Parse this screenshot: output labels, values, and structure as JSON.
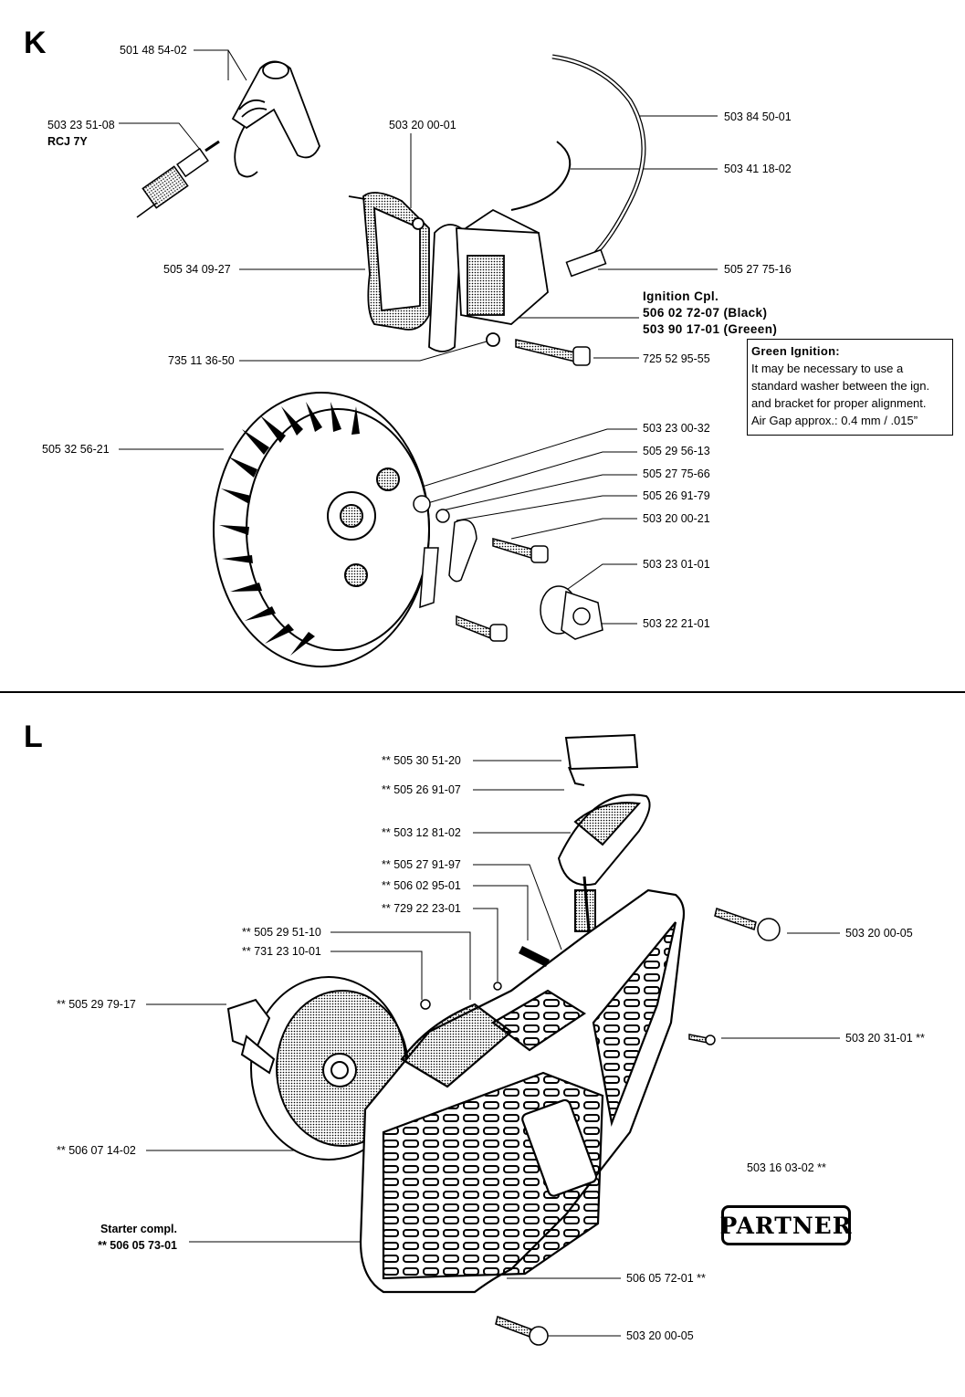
{
  "sections": {
    "k": {
      "letter": "K",
      "parts": {
        "p1": "501 48 54-02",
        "p2": "503 23 51-08",
        "p2b": "RCJ 7Y",
        "p3": "503 20 00-01",
        "p4": "503 84 50-01",
        "p5": "503 41 18-02",
        "p6": "505 34 09-27",
        "p7": "505 27 75-16",
        "p8": "735 11 36-50",
        "p9": "725 52 95-55",
        "p10": "505 32 56-21",
        "p11": "503 23 00-32",
        "p12": "505 29 56-13",
        "p13": "505 27 75-66",
        "p14": "505 26 91-79",
        "p15": "503 20 00-21",
        "p16": "503 23 01-01",
        "p17": "503 22 21-01"
      },
      "ignition": {
        "line1": "Ignition Cpl.",
        "line2": "506 02 72-07 (Black)",
        "line3": "503 90 17-01 (Greeen)"
      },
      "note": {
        "title": "Green Ignition:",
        "line1": "It may be necessary to use a",
        "line2": "standard washer between the ign.",
        "line3": "and bracket for proper alignment.",
        "line4": "Air Gap approx.: 0.4 mm / .015”"
      }
    },
    "l": {
      "letter": "L",
      "parts": {
        "q1": "** 505 30 51-20",
        "q2": "** 505 26 91-07",
        "q3": "** 503 12 81-02",
        "q4": "** 505 27 91-97",
        "q5": "** 506 02 95-01",
        "q6": "** 729 22 23-01",
        "q7": "** 505 29 51-10",
        "q8": "** 731 23 10-01",
        "q9": "** 505 29 79-17",
        "q10": "** 506 07 14-02",
        "q11": "503 20 00-05",
        "q12": "503 20 31-01 **",
        "q13": "503 16 03-02 **",
        "q14": "506 05 72-01 **",
        "q15": "503 20 00-05"
      },
      "starter": {
        "line1": "Starter  compl.",
        "line2": "** 506 05 73-01"
      },
      "logo_text": "PARTNER"
    }
  }
}
